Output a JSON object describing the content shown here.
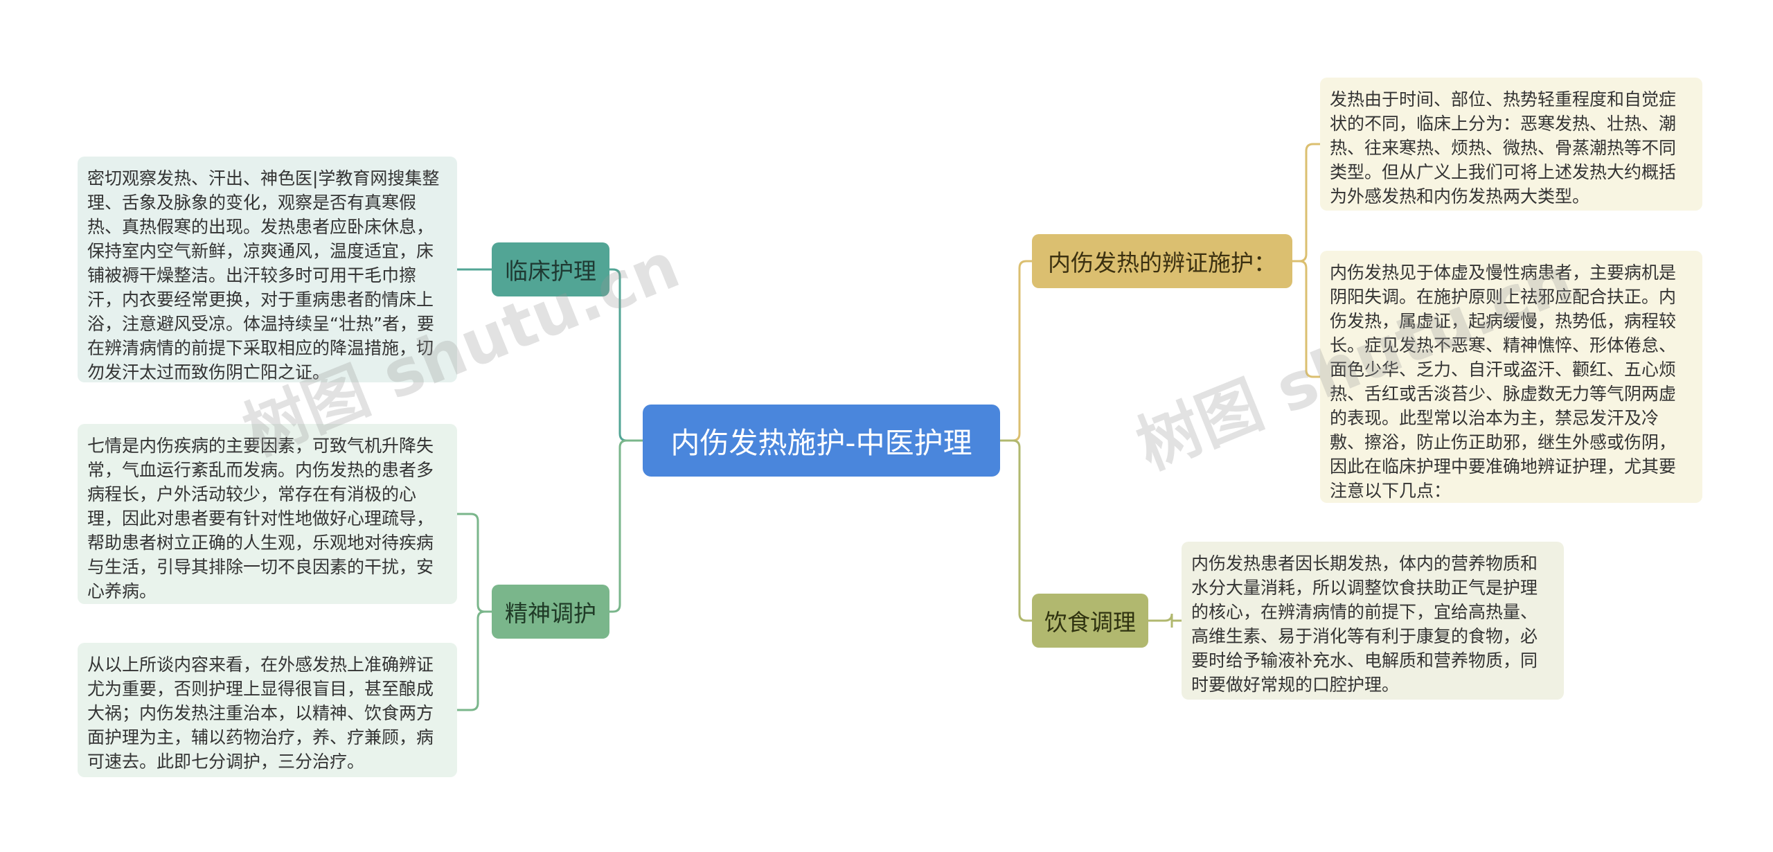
{
  "root": {
    "label": "内伤发热施护-中医护理"
  },
  "branches": {
    "linchuang": {
      "label": "临床护理",
      "notes": [
        "密切观察发热、汗出、神色医|学教育网搜集整理、舌象及脉象的变化，观察是否有真寒假热、真热假寒的出现。发热患者应卧床休息，保持室内空气新鲜，凉爽通风，温度适宜，床铺被褥干燥整洁。出汗较多时可用干毛巾擦汗，内衣要经常更换，对于重病患者酌情床上浴，注意避风受凉。体温持续呈“壮热”者，要在辨清病情的前提下采取相应的降温措施，切勿发汗太过而致伤阴亡阳之证。"
      ]
    },
    "jingshen": {
      "label": "精神调护",
      "notes": [
        "七情是内伤疾病的主要因素，可致气机升降失常，气血运行紊乱而发病。内伤发热的患者多病程长，户外活动较少，常存在有消极的心理，因此对患者要有针对性地做好心理疏导，帮助患者树立正确的人生观，乐观地对待疾病与生活，引导其排除一切不良因素的干扰，安心养病。",
        "从以上所谈内容来看，在外感发热上准确辨证尤为重要，否则护理上显得很盲目，甚至酿成大祸；内伤发热注重治本，以精神、饮食两方面护理为主，辅以药物治疗，养、疗兼顾，病可速去。此即七分调护，三分治疗。"
      ]
    },
    "bianzheng": {
      "label": "内伤发热的辨证施护：",
      "notes": [
        "发热由于时间、部位、热势轻重程度和自觉症状的不同，临床上分为：恶寒发热、壮热、潮热、往来寒热、烦热、微热、骨蒸潮热等不同类型。但从广义上我们可将上述发热大约概括为外感发热和内伤发热两大类型。",
        "内伤发热见于体虚及慢性病患者，主要病机是阴阳失调。在施护原则上祛邪应配合扶正。内伤发热，属虚证，起病缓慢，热势低，病程较长。症见发热不恶寒、精神憔悴、形体倦怠、面色少华、乏力、自汗或盗汗、颧红、五心烦热、舌红或舌淡苔少、脉虚数无力等气阴两虚的表现。此型常以治本为主，禁忌发汗及冷敷、擦浴，防止伤正助邪，继生外感或伤阴，因此在临床护理中要准确地辨证护理，尤其要注意以下几点："
      ]
    },
    "yinshi": {
      "label": "饮食调理",
      "notes": [
        "内伤发热患者因长期发热，体内的营养物质和水分大量消耗，所以调整饮食扶助正气是护理的核心，在辨清病情的前提下，宜给高热量、高维生素、易于消化等有利于康复的食物，必要时给予输液补充水、电解质和营养物质，同时要做好常规的口腔护理。"
      ]
    }
  },
  "watermark": "树图 shutu.cn",
  "colors": {
    "root": "#4a86dc",
    "linchuang": "#52a595",
    "jingshen": "#7ab68b",
    "bianzheng": "#dbbf70",
    "yinshi": "#b1b86f"
  }
}
